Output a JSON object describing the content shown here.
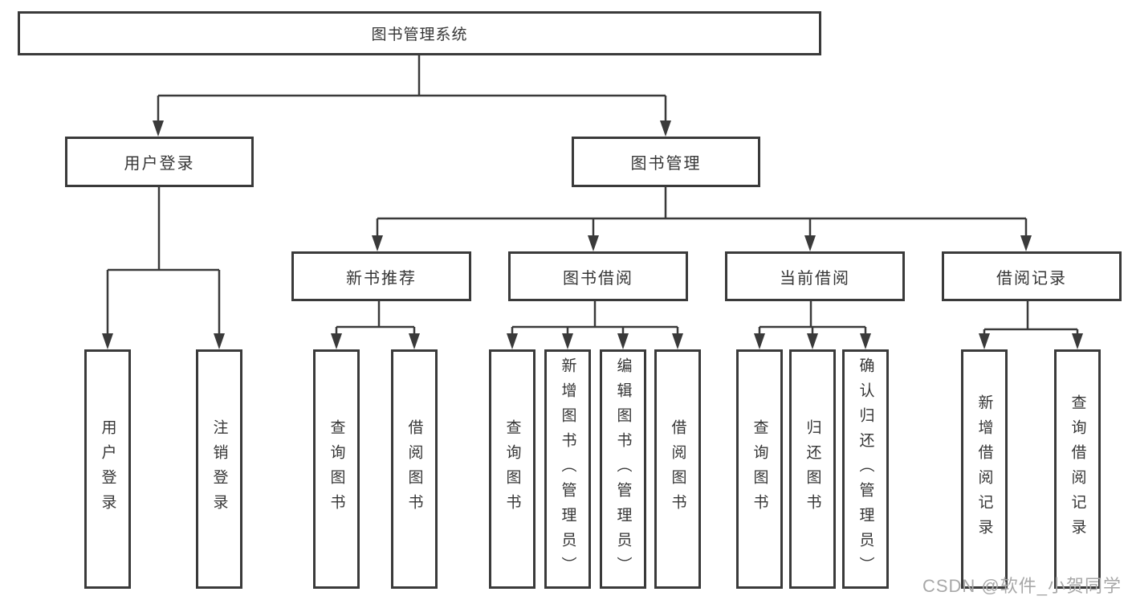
{
  "root": {
    "label": "图书管理系统"
  },
  "level2": [
    {
      "label": "用户登录"
    },
    {
      "label": "图书管理"
    }
  ],
  "level3": [
    {
      "label": "新书推荐"
    },
    {
      "label": "图书借阅"
    },
    {
      "label": "当前借阅"
    },
    {
      "label": "借阅记录"
    }
  ],
  "leaves": {
    "user_login": [
      "用户登录",
      "注销登录"
    ],
    "new_book": [
      "查询图书",
      "借阅图书"
    ],
    "borrow": [
      "查询图书",
      "新增图书（管理员）",
      "编辑图书（管理员）",
      "借阅图书"
    ],
    "current": [
      "查询图书",
      "归还图书",
      "确认归还（管理员）"
    ],
    "records": [
      "新增借阅记录",
      "查询借阅记录"
    ]
  },
  "watermark": "CSDN @软件_小贺同学",
  "colors": {
    "line": "#3a3a3a",
    "text": "#363636",
    "watermark": "#a8a8a8",
    "background": "#ffffff"
  }
}
